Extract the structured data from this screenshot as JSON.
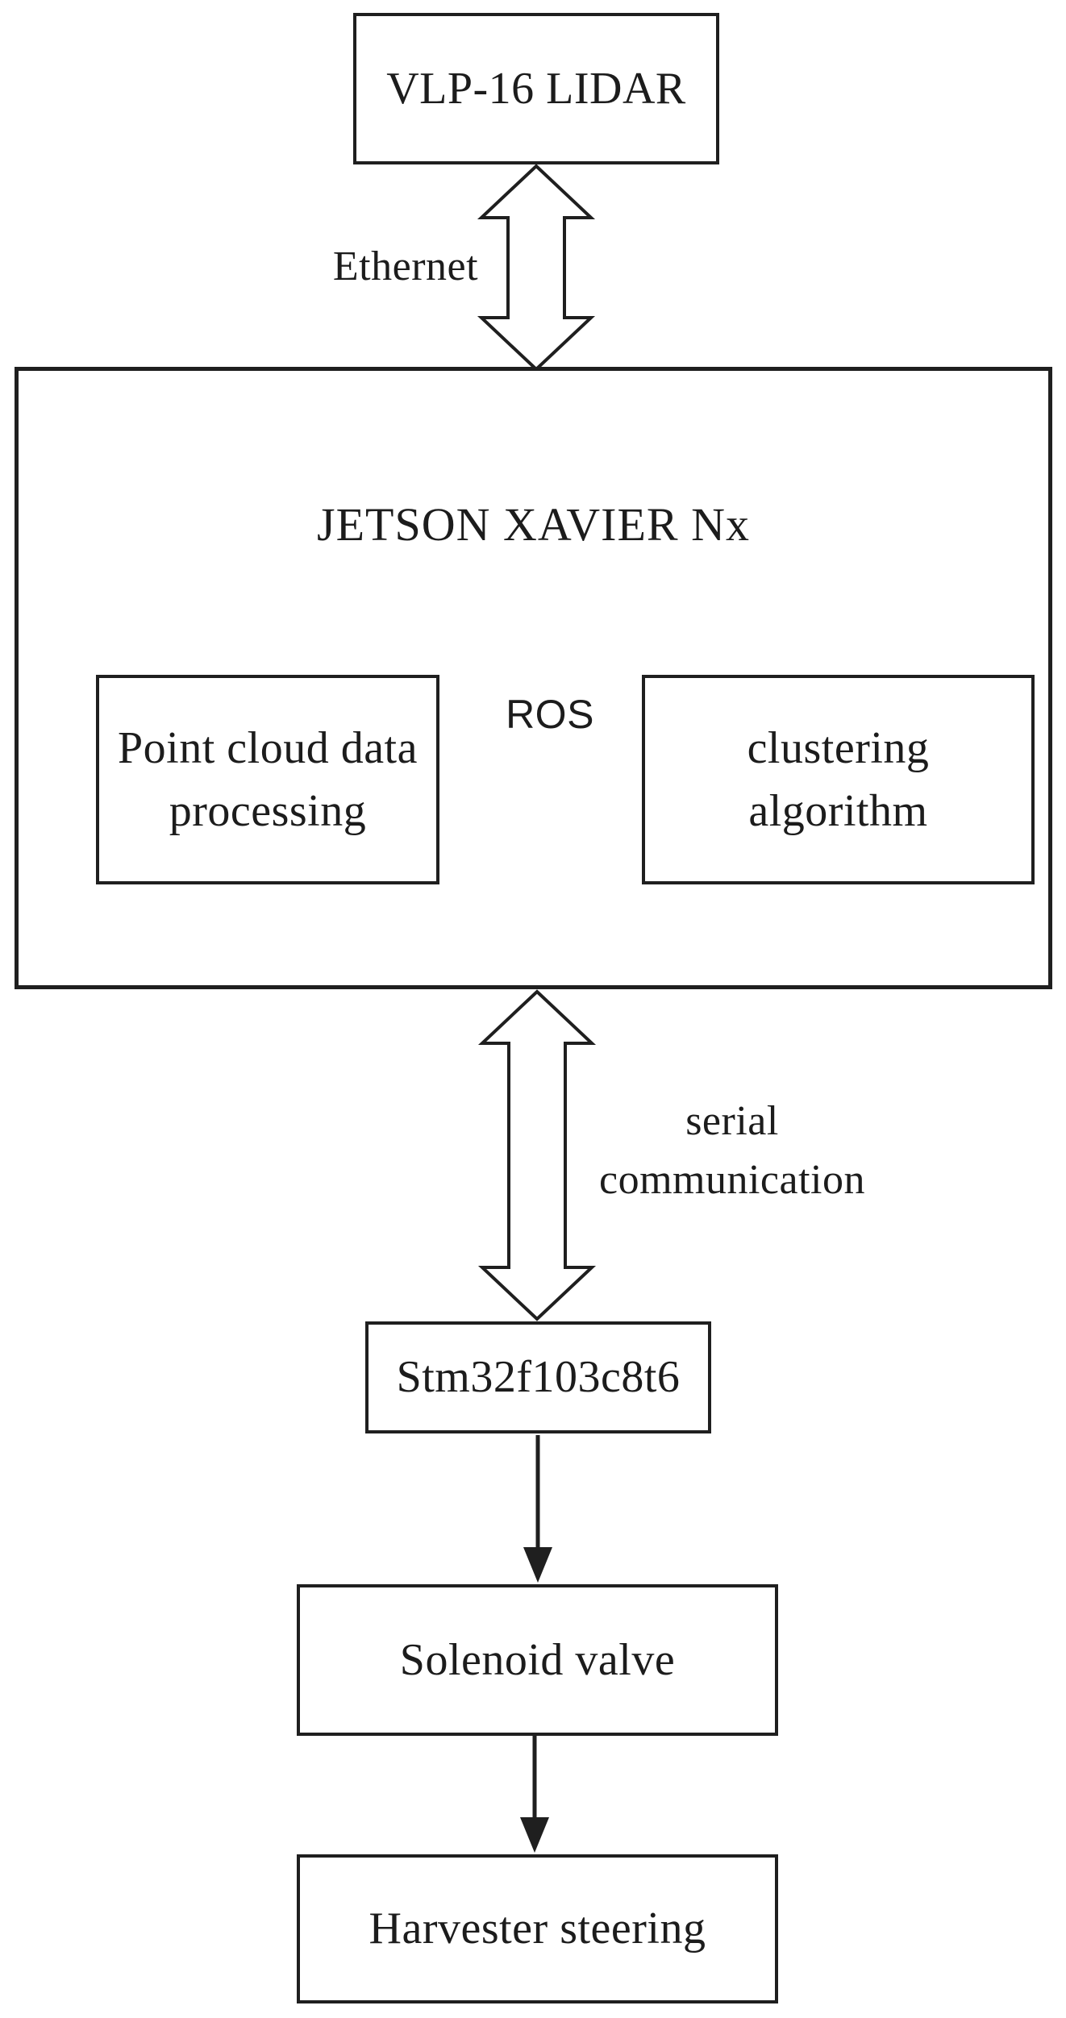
{
  "figure": {
    "background": "#ffffff",
    "line_color": "#1f1f1f",
    "nodes": {
      "vlp": {
        "label": "VLP-16 LIDAR"
      },
      "jetson": {
        "label": "JETSON XAVIER Nx"
      },
      "point_cloud": {
        "line1": "Point cloud data",
        "line2": "processing"
      },
      "clustering": {
        "line1": "clustering",
        "line2": "algorithm"
      },
      "stm32": {
        "label": "Stm32f103c8t6"
      },
      "solenoid": {
        "label": "Solenoid valve"
      },
      "harvester": {
        "label": "Harvester steering"
      }
    },
    "edges": {
      "ethernet": {
        "label": "Ethernet",
        "type": "double-arrow"
      },
      "ros": {
        "label": "ROS",
        "type": "single-arrow"
      },
      "serial": {
        "line1": "serial",
        "line2": "communication",
        "type": "double-arrow"
      },
      "stm_to_solenoid": {
        "label": "",
        "type": "single-arrow"
      },
      "solenoid_to_harvester": {
        "label": "",
        "type": "single-arrow"
      }
    }
  }
}
